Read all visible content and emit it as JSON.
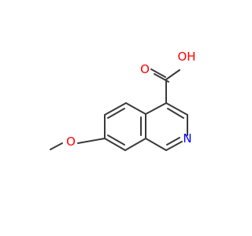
{
  "molecule": {
    "atoms": {
      "oh": "OH",
      "carbonyl_o": "O",
      "ring_n": "N",
      "ether_o": "O"
    },
    "colors": {
      "bond": "#3a3a3a",
      "oxygen": "#ff0000",
      "nitrogen": "#0000ff",
      "background": "#ffffff"
    }
  }
}
